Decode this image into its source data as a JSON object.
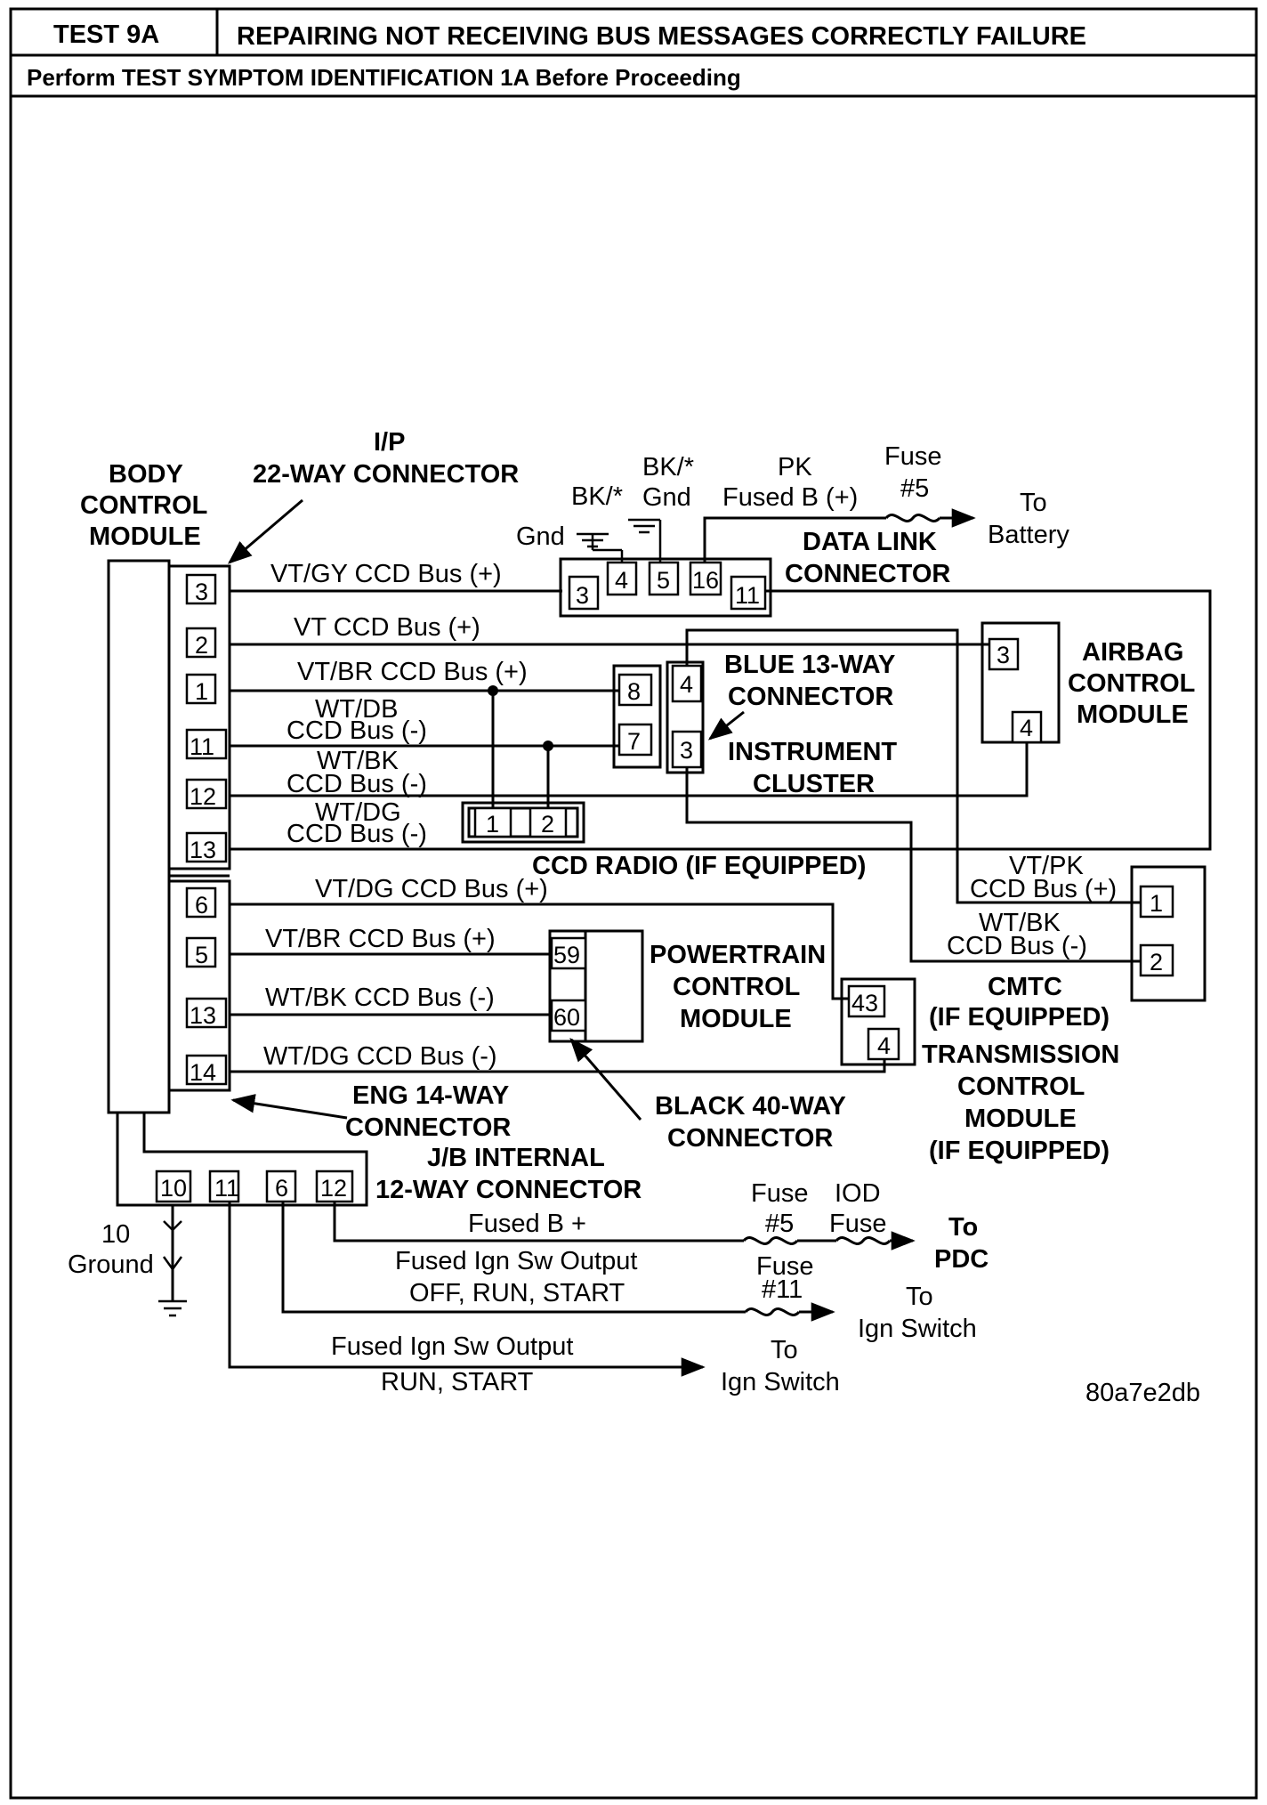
{
  "header": {
    "test_id": "TEST 9A",
    "title": "REPAIRING NOT RECEIVING BUS MESSAGES CORRECTLY FAILURE",
    "subtitle": "Perform TEST SYMPTOM IDENTIFICATION 1A Before Proceeding"
  },
  "bcm": {
    "line1": "BODY",
    "line2": "CONTROL",
    "line3": "MODULE"
  },
  "ip_connector": {
    "line1": "I/P",
    "line2": "22-WAY CONNECTOR"
  },
  "ip_pins": [
    "3",
    "2",
    "1",
    "11",
    "12",
    "13"
  ],
  "eng_pins": [
    "6",
    "5",
    "13",
    "14"
  ],
  "eng_connector": {
    "line1": "ENG 14-WAY",
    "line2": "CONNECTOR"
  },
  "wires": {
    "w3": "VT/GY  CCD Bus (+)",
    "w2": "VT  CCD Bus (+)",
    "w1": "VT/BR  CCD Bus (+)",
    "w11_a": "WT/DB",
    "w11_b": "CCD Bus (-)",
    "w12_a": "WT/BK",
    "w12_b": "CCD Bus (-)",
    "w13_a": "WT/DG",
    "w13_b": "CCD Bus (-)",
    "e6": "VT/DG  CCD Bus (+)",
    "e5": "VT/BR  CCD Bus (+)",
    "e13": "WT/BK  CCD Bus (-)",
    "e14": "WT/DG  CCD Bus (-)",
    "cmtc1_a": "VT/PK",
    "cmtc1_b": "CCD Bus (+)",
    "cmtc2_a": "WT/BK",
    "cmtc2_b": "CCD Bus (-)"
  },
  "data_link": {
    "gnd1_a": "BK/*",
    "gnd1_b": "Gnd",
    "gnd2_a": "BK/*",
    "gnd2_b": "Gnd",
    "pk_a": "PK",
    "pk_b": "Fused B (+)",
    "fuse_a": "Fuse",
    "fuse_b": "#5",
    "to_a": "To",
    "to_b": "Battery",
    "name_a": "DATA LINK",
    "name_b": "CONNECTOR",
    "pins": [
      "3",
      "4",
      "5",
      "16",
      "11"
    ]
  },
  "airbag": {
    "line1": "AIRBAG",
    "line2": "CONTROL",
    "line3": "MODULE",
    "pins": [
      "3",
      "4"
    ]
  },
  "blue_connector": {
    "line1": "BLUE 13-WAY",
    "line2": "CONNECTOR",
    "pins": [
      "4",
      "3"
    ]
  },
  "cluster": {
    "line1": "INSTRUMENT",
    "line2": "CLUSTER",
    "pins": [
      "8",
      "7"
    ]
  },
  "radio": {
    "label": "CCD RADIO (IF EQUIPPED)",
    "pins": [
      "1",
      "2"
    ]
  },
  "pcm": {
    "line1": "POWERTRAIN",
    "line2": "CONTROL",
    "line3": "MODULE",
    "pins": [
      "59",
      "60"
    ]
  },
  "black_connector": {
    "line1": "BLACK 40-WAY",
    "line2": "CONNECTOR"
  },
  "tcm": {
    "line1": "TRANSMISSION",
    "line2": "CONTROL",
    "line3": "MODULE",
    "line4": "(IF EQUIPPED)",
    "pins": [
      "43",
      "4"
    ]
  },
  "cmtc": {
    "line1": "CMTC",
    "line2": "(IF EQUIPPED)",
    "pins": [
      "1",
      "2"
    ]
  },
  "jb": {
    "line1": "J/B INTERNAL",
    "line2": "12-WAY CONNECTOR",
    "pins": [
      "10",
      "11",
      "6",
      "12"
    ],
    "ground_a": "10",
    "ground_b": "Ground",
    "fused_b": "Fused B +",
    "ign1_a": "Fused Ign Sw Output",
    "ign1_b": "OFF, RUN, START",
    "ign2_a": "Fused Ign Sw Output",
    "ign2_b": "RUN, START",
    "fuse5_a": "Fuse",
    "fuse5_b": "#5",
    "iod_a": "IOD",
    "iod_b": "Fuse",
    "pdc_a": "To",
    "pdc_b": "PDC",
    "fuse11_a": "Fuse",
    "fuse11_b": "#11",
    "ign_sw1_a": "To",
    "ign_sw1_b": "Ign Switch",
    "ign_sw2_a": "To",
    "ign_sw2_b": "Ign Switch"
  },
  "figure_id": "80a7e2db"
}
